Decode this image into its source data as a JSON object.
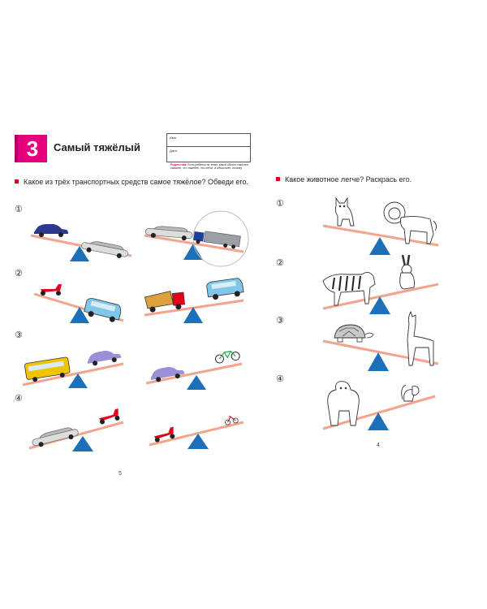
{
  "header": {
    "badge_number": "3",
    "title": "Самый тяжёлый",
    "name_label": "Имя",
    "date_label": "Дата",
    "parent_note_label": "Родителям:",
    "parent_note_text": "Если ребёнок не знает, какой объект тяжелее, скажите, что тяжелее, что легче, и объясните, почему."
  },
  "left_page": {
    "question": "Какое из трёх транспортных средств самое тяжёлое? Обведи его.",
    "item_numbers": [
      "①",
      "②",
      "③",
      "④"
    ],
    "page_number": "5"
  },
  "right_page": {
    "question": "Какое животное легче? Раскрась его.",
    "item_numbers": [
      "①",
      "②",
      "③",
      "④"
    ],
    "page_number": "4"
  },
  "colors": {
    "accent": "#e6007e",
    "bullet": "#e2001a",
    "plank": "#f4a48a",
    "fulcrum": "#1d6fb8"
  },
  "icons": [
    "car-icon",
    "limousine-icon",
    "truck-icon",
    "scooter-icon",
    "van-icon",
    "dump-truck-icon",
    "bus-icon",
    "bicycle-icon",
    "tricycle-icon",
    "wolf-icon",
    "lion-icon",
    "tiger-icon",
    "rabbit-icon",
    "turtle-icon",
    "llama-icon",
    "gorilla-icon",
    "squirrel-icon"
  ]
}
